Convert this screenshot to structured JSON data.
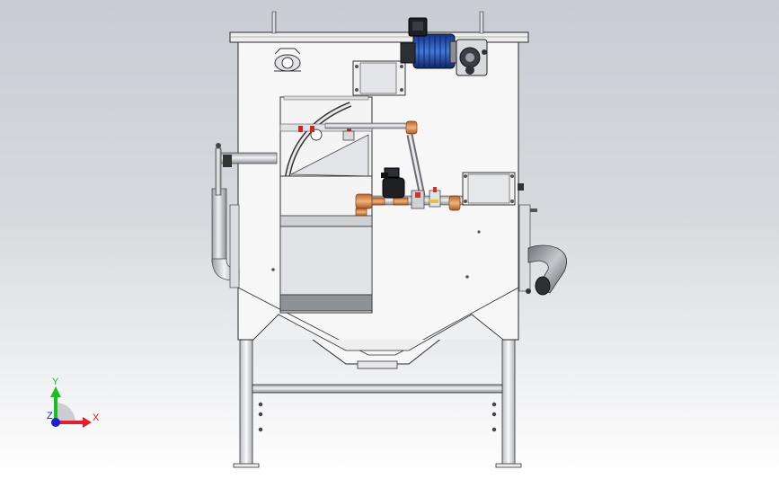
{
  "viewport": {
    "background_top": "#c9ccd3",
    "background_bottom": "#ffffff"
  },
  "triad": {
    "x_label": "X",
    "y_label": "Y",
    "z_label": "Z",
    "x_color": "#e0202a",
    "y_color": "#16c11c",
    "z_color": "#1b1fd8"
  },
  "model": {
    "icons": [
      "electric-motor-icon",
      "gearbox-icon",
      "solenoid-valve-icon",
      "ball-valve-icon",
      "junction-box-icon"
    ]
  }
}
